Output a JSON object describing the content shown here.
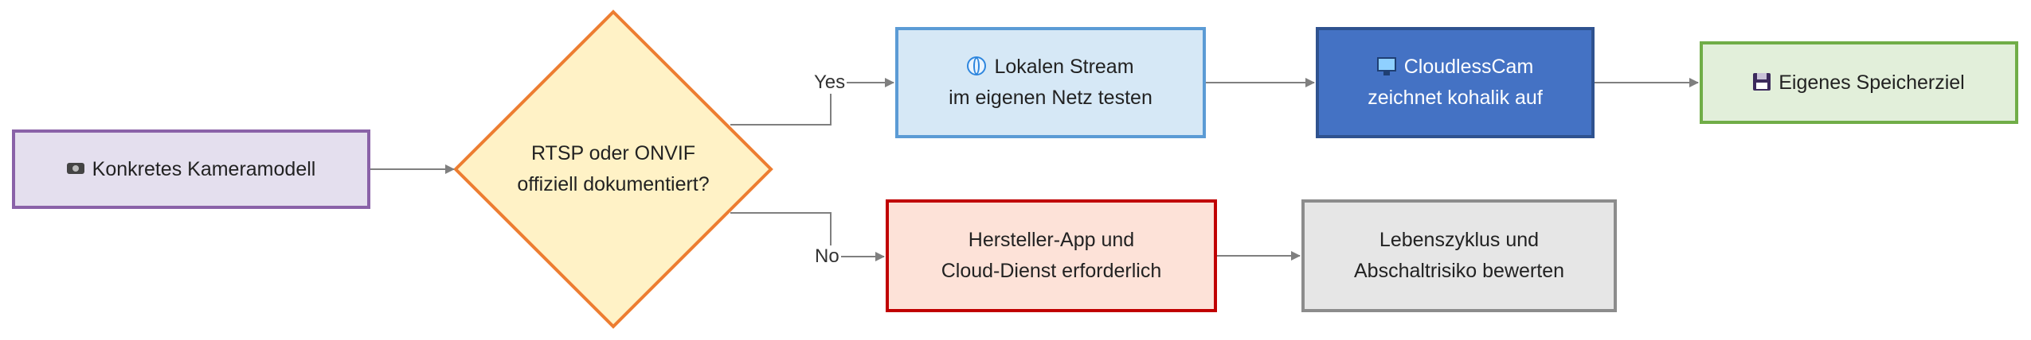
{
  "nodes": {
    "camera": {
      "text": "Konkretes Kameramodell",
      "icon": "camera-icon"
    },
    "decision": {
      "line1": "RTSP oder ONVIF",
      "line2": "offiziell dokumentiert?"
    },
    "stream": {
      "line1": "Lokalen Stream",
      "line2": "im eigenen Netz testen",
      "icon": "globe-icon"
    },
    "cloudless": {
      "line1": "CloudlessCam",
      "line2": "zeichnet kohalik auf",
      "icon": "computer-icon"
    },
    "storage": {
      "text": "Eigenes Speicherziel",
      "icon": "floppy-disk-icon"
    },
    "vendor": {
      "line1": "Hersteller-App und",
      "line2": "Cloud-Dienst erforderlich"
    },
    "lifecycle": {
      "line1": "Lebenszyklus und",
      "line2": "Abschaltrisiko bewerten"
    }
  },
  "edges": {
    "yes_label": "Yes",
    "no_label": "No"
  },
  "colors": {
    "camera_fill": "#e4dfee",
    "camera_border": "#8a62a8",
    "decision_fill": "#fff2c6",
    "decision_border": "#ed7d31",
    "stream_fill": "#d6e8f6",
    "stream_border": "#5b9bd5",
    "cloudless_fill": "#4472c4",
    "cloudless_border": "#2f528f",
    "storage_fill": "#e2efda",
    "storage_border": "#70ad47",
    "vendor_fill": "#fde2d8",
    "vendor_border": "#c00000",
    "lifecycle_fill": "#e6e6e6",
    "lifecycle_border": "#8c8c8c",
    "edge": "#7f7f7f"
  }
}
